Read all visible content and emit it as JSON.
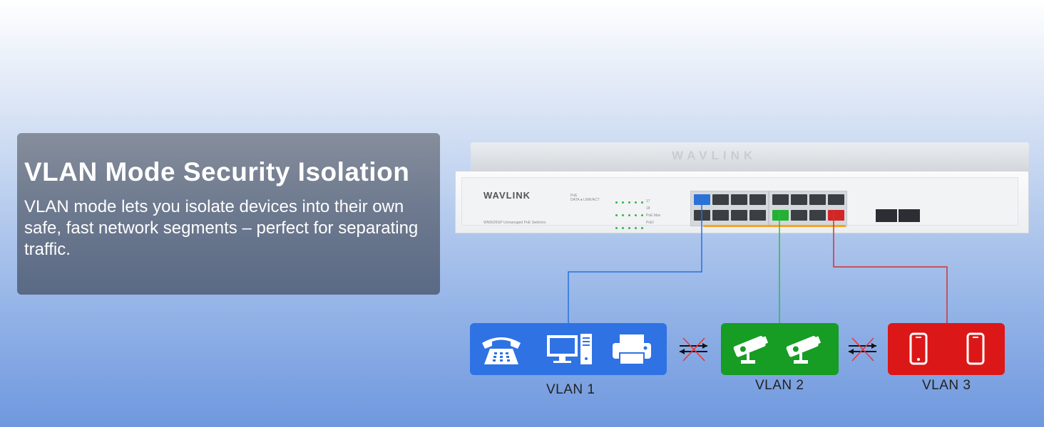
{
  "heading": "VLAN Mode  Security Isolation",
  "description": "VLAN mode lets you isolate devices into their own safe, fast network segments – perfect for separating traffic.",
  "switch": {
    "brand": "WAVLINK",
    "top_brand": "WAVLINK",
    "model": "WN5626GP Unmanaged PoE Switches",
    "legend_lines": [
      "PoE",
      "DATA  ● LINK/ACT"
    ],
    "led_labels": [
      "17",
      "18",
      "PoE Max",
      "PoEl"
    ],
    "port_colors": {
      "vlan1": "#2a72d6",
      "vlan2": "#24b133",
      "vlan3": "#d22626"
    }
  },
  "vlans": [
    {
      "label": "VLAN 1",
      "color": "#2f72e4",
      "devices": [
        "telephone-icon",
        "desktop-computer-icon",
        "printer-icon"
      ]
    },
    {
      "label": "VLAN 2",
      "color": "#179c24",
      "devices": [
        "security-camera-icon",
        "security-camera-icon"
      ]
    },
    {
      "label": "VLAN 3",
      "color": "#dc1717",
      "devices": [
        "smartphone-icon",
        "smartphone-icon"
      ]
    }
  ],
  "isolation_icon": "blocked-exchange-icon"
}
